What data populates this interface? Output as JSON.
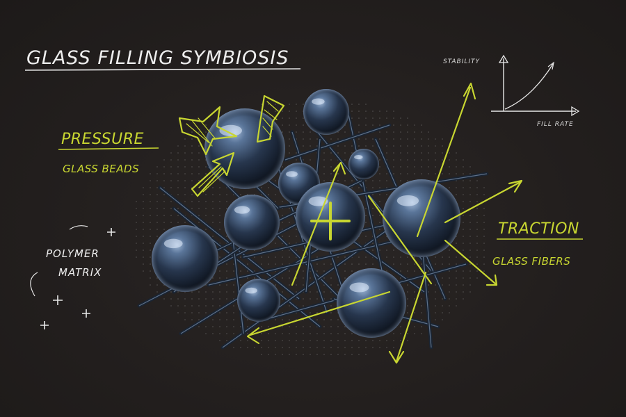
{
  "title": "GLASS FILLING SYMBIOSIS",
  "labels": {
    "pressure": {
      "main": "PRESSURE",
      "sub": "GLASS BEADS"
    },
    "traction": {
      "main": "TRACTION",
      "sub": "GLASS FIBERS"
    },
    "polymer": {
      "line1": "POLYMER",
      "line2": "MATRIX"
    }
  },
  "mini_chart": {
    "ylabel": "STABILITY",
    "xlabel": "FILL RATE"
  },
  "colors": {
    "background": "#231f1e",
    "accent": "#c8d631",
    "chalk": "#eeeeee",
    "bead": "#4a6488"
  },
  "icons": [
    "plus-icon",
    "arrow-icon",
    "star-burst-icon"
  ]
}
